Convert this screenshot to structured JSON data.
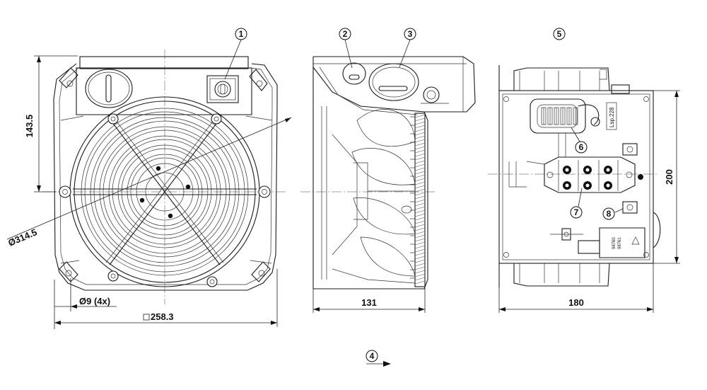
{
  "dimensions": {
    "front_height": "143.5",
    "guard_diameter": "Ø314.5",
    "mount_holes": "Ø9 (4x)",
    "square": "258.3",
    "side_depth": "131",
    "rear_width": "180",
    "rear_height": "200"
  },
  "callouts": [
    "1",
    "2",
    "3",
    "4",
    "5",
    "6",
    "7",
    "8"
  ],
  "labels": {
    "plate_vertical": "Lsp.228",
    "label_text_1": "98760",
    "label_text_2": "98761"
  },
  "colors": {
    "line": "#1a1a1a",
    "background": "#ffffff"
  }
}
